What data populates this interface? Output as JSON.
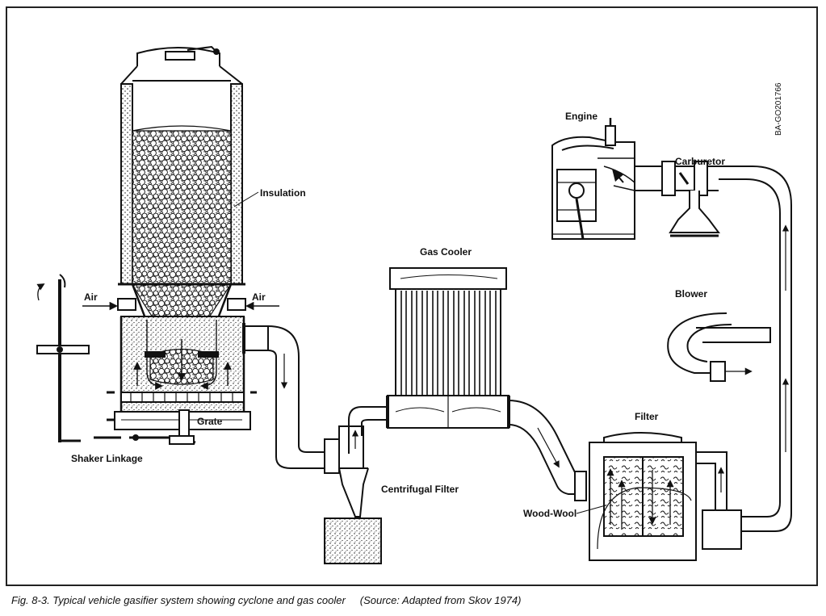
{
  "labels": {
    "insulation": "Insulation",
    "air_left": "Air",
    "air_right": "Air",
    "grate": "Grate",
    "shaker": "Shaker Linkage",
    "gas_cooler": "Gas Cooler",
    "centrifugal_filter": "Centrifugal Filter",
    "engine": "Engine",
    "carburetor": "Carburetor",
    "blower": "Blower",
    "filter": "Filter",
    "wood_wool": "Wood-Wool"
  },
  "side_tag": "BA-GO201766",
  "caption": {
    "figure": "Fig. 8-3.  Typical vehicle gasifier system showing cyclone and gas cooler",
    "source": "(Source: Adapted from Skov 1974)"
  },
  "colors": {
    "ink": "#111111",
    "paper": "#ffffff"
  }
}
